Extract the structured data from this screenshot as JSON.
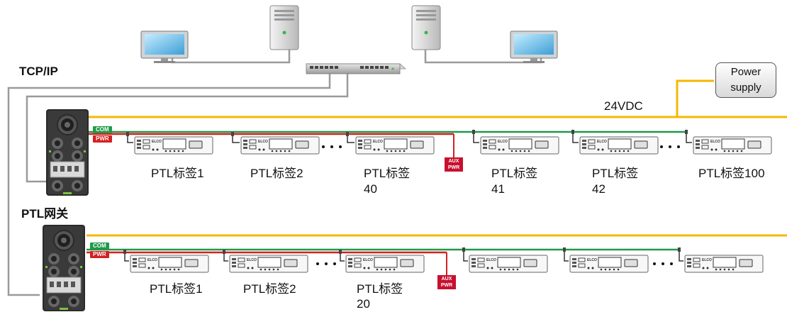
{
  "network": {
    "protocol_label": "TCP/IP"
  },
  "power": {
    "supply_label": "Power supply",
    "supply_line1": "Power",
    "supply_line2": "supply",
    "voltage_label": "24VDC"
  },
  "gateway": {
    "label": "PTL网关",
    "com_label": "COM",
    "pwr_label": "PWR",
    "aux_line1": "AUX",
    "aux_line2": "PWR"
  },
  "bus1": {
    "tags": [
      {
        "label": "PTL标签1"
      },
      {
        "label": "PTL标签2"
      },
      {
        "label_line1": "PTL标签",
        "label_line2": "40"
      },
      {
        "label_line1": "PTL标签",
        "label_line2": "41"
      },
      {
        "label_line1": "PTL标签",
        "label_line2": "42"
      },
      {
        "label": "PTL标签100"
      }
    ]
  },
  "bus2": {
    "tags": [
      {
        "label": "PTL标签1"
      },
      {
        "label": "PTL标签2"
      },
      {
        "label_line1": "PTL标签",
        "label_line2": "20"
      }
    ]
  },
  "colors": {
    "power_line": "#f5b800",
    "com_line": "#1f9a48",
    "pwr_line": "#d42020",
    "network_line": "#9a9a9a"
  }
}
